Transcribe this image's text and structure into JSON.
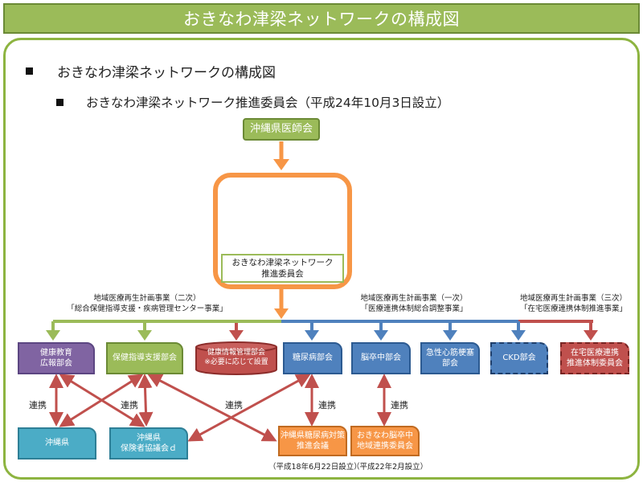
{
  "banner": {
    "title": "おきなわ津梁ネットワークの構成図"
  },
  "bullets": [
    {
      "text": "おきなわ津梁ネットワークの構成図"
    },
    {
      "text": "おきなわ津梁ネットワーク推進委員会（平成24年10月3日設立）"
    }
  ],
  "top_org": {
    "label": "沖縄県医師会"
  },
  "committee": {
    "line1": "おきなわ津梁ネットワーク",
    "line2": "推進委員会",
    "illustration": "meeting-people-illustration"
  },
  "programs": [
    {
      "line1": "地域医療再生計画事業（二次）",
      "line2": "「総合保健指導支援・疾病管理センター事業」",
      "color": "#9bbb59"
    },
    {
      "line1": "地域医療再生計画事業（一次）",
      "line2": "「医療連携体制総合調整事業」",
      "color": "#4f81bd"
    },
    {
      "line1": "地域医療再生計画事業（三次）",
      "line2": "「在宅医療連携体制推進事業」",
      "color": "#c0504d"
    }
  ],
  "subcommittees": [
    {
      "line1": "健康教育",
      "line2": "広報部会",
      "color": "#8064a2"
    },
    {
      "line1": "保健指導支援部会",
      "line2": "",
      "color": "#9bbb59"
    },
    {
      "line1": "健康情報管理部会",
      "line2": "※必要に応じて設置",
      "color": "#c0504d"
    },
    {
      "line1": "糖尿病部会",
      "line2": "",
      "color": "#4f81bd"
    },
    {
      "line1": "脳卒中部会",
      "line2": "",
      "color": "#4f81bd"
    },
    {
      "line1": "急性心筋梗塞",
      "line2": "部会",
      "color": "#4f81bd"
    },
    {
      "line1": "CKD部会",
      "line2": "",
      "color": "#4f81bd"
    },
    {
      "line1": "在宅医療連携",
      "line2": "推進体制委員会",
      "color": "#c0504d"
    }
  ],
  "partners": [
    {
      "line1": "沖縄県",
      "line2": "",
      "color": "#4bacc6"
    },
    {
      "line1": "沖縄県",
      "line2": "保険者協議会ｄ",
      "color": "#4bacc6"
    },
    {
      "line1": "沖縄県糖尿病対策",
      "line2": "推進会議",
      "color": "#f79646"
    },
    {
      "line1": "おきなわ脳卒中",
      "line2": "地域連携委員会",
      "color": "#f79646"
    }
  ],
  "link_label": "連携",
  "established": [
    "（平成18年6月22日設立）",
    "（平成22年2月設立）"
  ],
  "colors": {
    "banner": "#9bbb59",
    "frame": "#8db440",
    "arrow_orange": "#f79646",
    "arrow_red": "#c0504d",
    "line_green": "#9bbb59",
    "line_blue": "#4f81bd"
  }
}
